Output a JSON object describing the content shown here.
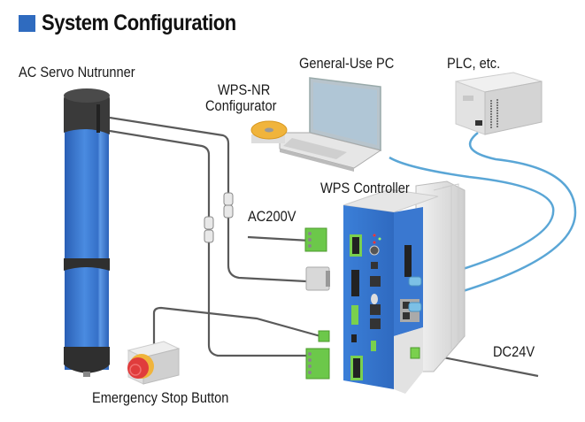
{
  "header": {
    "title": "System Configuration",
    "accent_color": "#2f6bbf"
  },
  "labels": {
    "nutrunner": "AC Servo Nutrunner",
    "pc": "General-Use PC",
    "configurator_line1": "WPS-NR",
    "configurator_line2": "Configurator",
    "plc": "PLC, etc.",
    "controller": "WPS Controller",
    "ac_power": "AC200V",
    "dc_power": "DC24V",
    "emergency_stop": "Emergency Stop Button"
  },
  "colors": {
    "controller_blue": "#3a7bd5",
    "nutrunner_blue": "#3b78d0",
    "connector_green": "#6cc84a",
    "ethernet_cable": "#5aa6d6",
    "power_cable": "#555555",
    "cd_yellow": "#f0b43c",
    "stop_red": "#e03c3c"
  }
}
